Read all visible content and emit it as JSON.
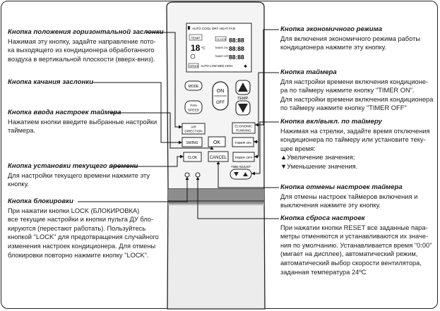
{
  "remote": {
    "display": {
      "modes": "AUTO COOL DRY HEAT FAN",
      "temp_label": "TEMP",
      "temp_value": "18",
      "temp_unit": "°C",
      "clock_label": "CLOCK",
      "timer_on_label": "TIMER ON",
      "timer_off_label": "TIMER OFF",
      "digits": "88:88",
      "speed_label": "SPEED",
      "speed_values": "AUTO LOW MED HIGH"
    },
    "buttons": {
      "mode": "MODE",
      "on": "ON",
      "off": "OFF",
      "temp": "TEMP.",
      "fan_speed_1": "FAN",
      "fan_speed_2": "SPEED",
      "air_direction_1": "AIR",
      "air_direction_2": "DIRECTION",
      "economic_running_1": "ECONOMIC",
      "economic_running_2": "RUNNING",
      "swing": "SWING",
      "ok": "OK",
      "timer_on": "TIMER ON",
      "clok": "CLOK",
      "cancel": "CANCEL",
      "timer_off": "TIMER OFF",
      "time_adjust": "TIME ADJUST"
    }
  },
  "annotations": {
    "air_flap": {
      "title": "Кнопка положения горизонтальной заслонки",
      "text": "Нажимая эту кнопку, задайте направление пото-\nка выходящего из кондиционера обработанного\nвоздуха в вертикальной плоскости (вверх-вниз)."
    },
    "swing": {
      "title": "Кнопка качания заслонки"
    },
    "ok": {
      "title": "Кнопка ввода настроек таймера",
      "text": "Нажатием кнопки введите выбранные настройки\nтаймера."
    },
    "clock": {
      "title": "Кнопка установки текущего времени",
      "text": "Для настройки текущего времени нажмите эту\nкнопку."
    },
    "lock": {
      "title": "Кнопка блокировки",
      "text": "При нажатии кнопки LOCK (БЛОКИРОВКА)\nвсе текущие настройки и кнопки пульта ДУ бло-\nкируются (перестают работать). Пользуйтесь\nкнопкой \"LOCK\" для предотвращения случайного\nизменения настроек кондиционера. Для отмены\nблокировки повторно нажмите кнопку \"LOCK\"."
    },
    "economic": {
      "title": "Кнопка экономичного режима",
      "text": "Для включения экономичного режима работы\nкондиционера нажмите эту кнопку."
    },
    "timer": {
      "title": "Кнопка таймера",
      "text": "Для настройки времени включения кондиционе-\nра по таймеру нажмите кнопку \"TIMER ON\".\nДля настройки времени включения кондиционера\nпо таймеру нажмите кнопку \"TIMER OFF\""
    },
    "timer_adjust": {
      "title": "Кнопка вкл/выкл. по таймеру",
      "text": "Нажимая на стрелки, задайте время отключения\nкондиционера по таймеру или установите теку-\nщее время:",
      "up": "▲Увеличение значения;",
      "down": "▼Уменьшение значения."
    },
    "cancel": {
      "title": "Кнопка отмены настроек таймера",
      "text": "Для отмены настроек таймеров включения и\nвыключения нажмите эту кнопку."
    },
    "reset": {
      "title": "Кнопка сброса настроек",
      "text": "При нажатии кнопки RESET все заданные пара-\nметры отменяются и устанавливаются их значе-\nния по умолчанию. Устанавливается время \"0:00\"\n(мигает на дисплее), автоматический режим,\nавтоматический выбор скорости вентилятора,\nзаданная температура 24ºC"
    }
  }
}
